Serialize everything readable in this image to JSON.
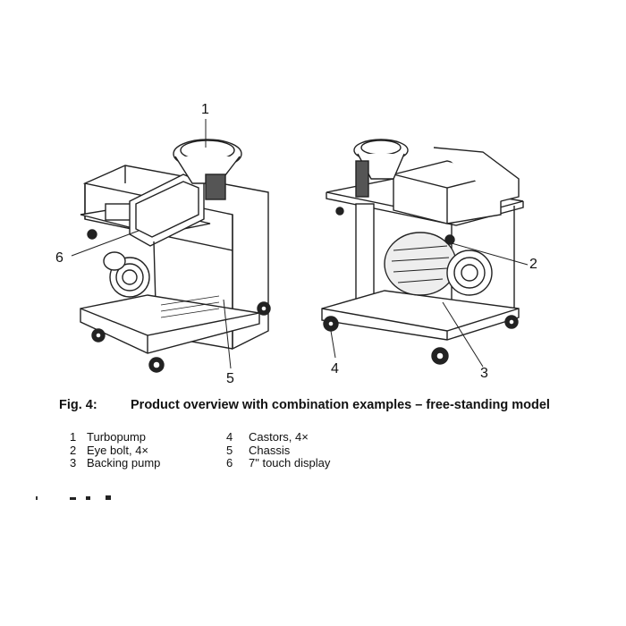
{
  "callouts": {
    "c1": "1",
    "c2": "2",
    "c3": "3",
    "c4": "4",
    "c5": "5",
    "c6": "6"
  },
  "caption": {
    "number": "Fig. 4:",
    "title": "Product overview with combination examples – free-standing model"
  },
  "legend": [
    {
      "n": "1",
      "label": "Turbopump"
    },
    {
      "n": "2",
      "label": "Eye bolt, 4×"
    },
    {
      "n": "3",
      "label": "Backing pump"
    },
    {
      "n": "4",
      "label": "Castors, 4×"
    },
    {
      "n": "5",
      "label": "Chassis"
    },
    {
      "n": "6",
      "label": "7\" touch display"
    }
  ]
}
